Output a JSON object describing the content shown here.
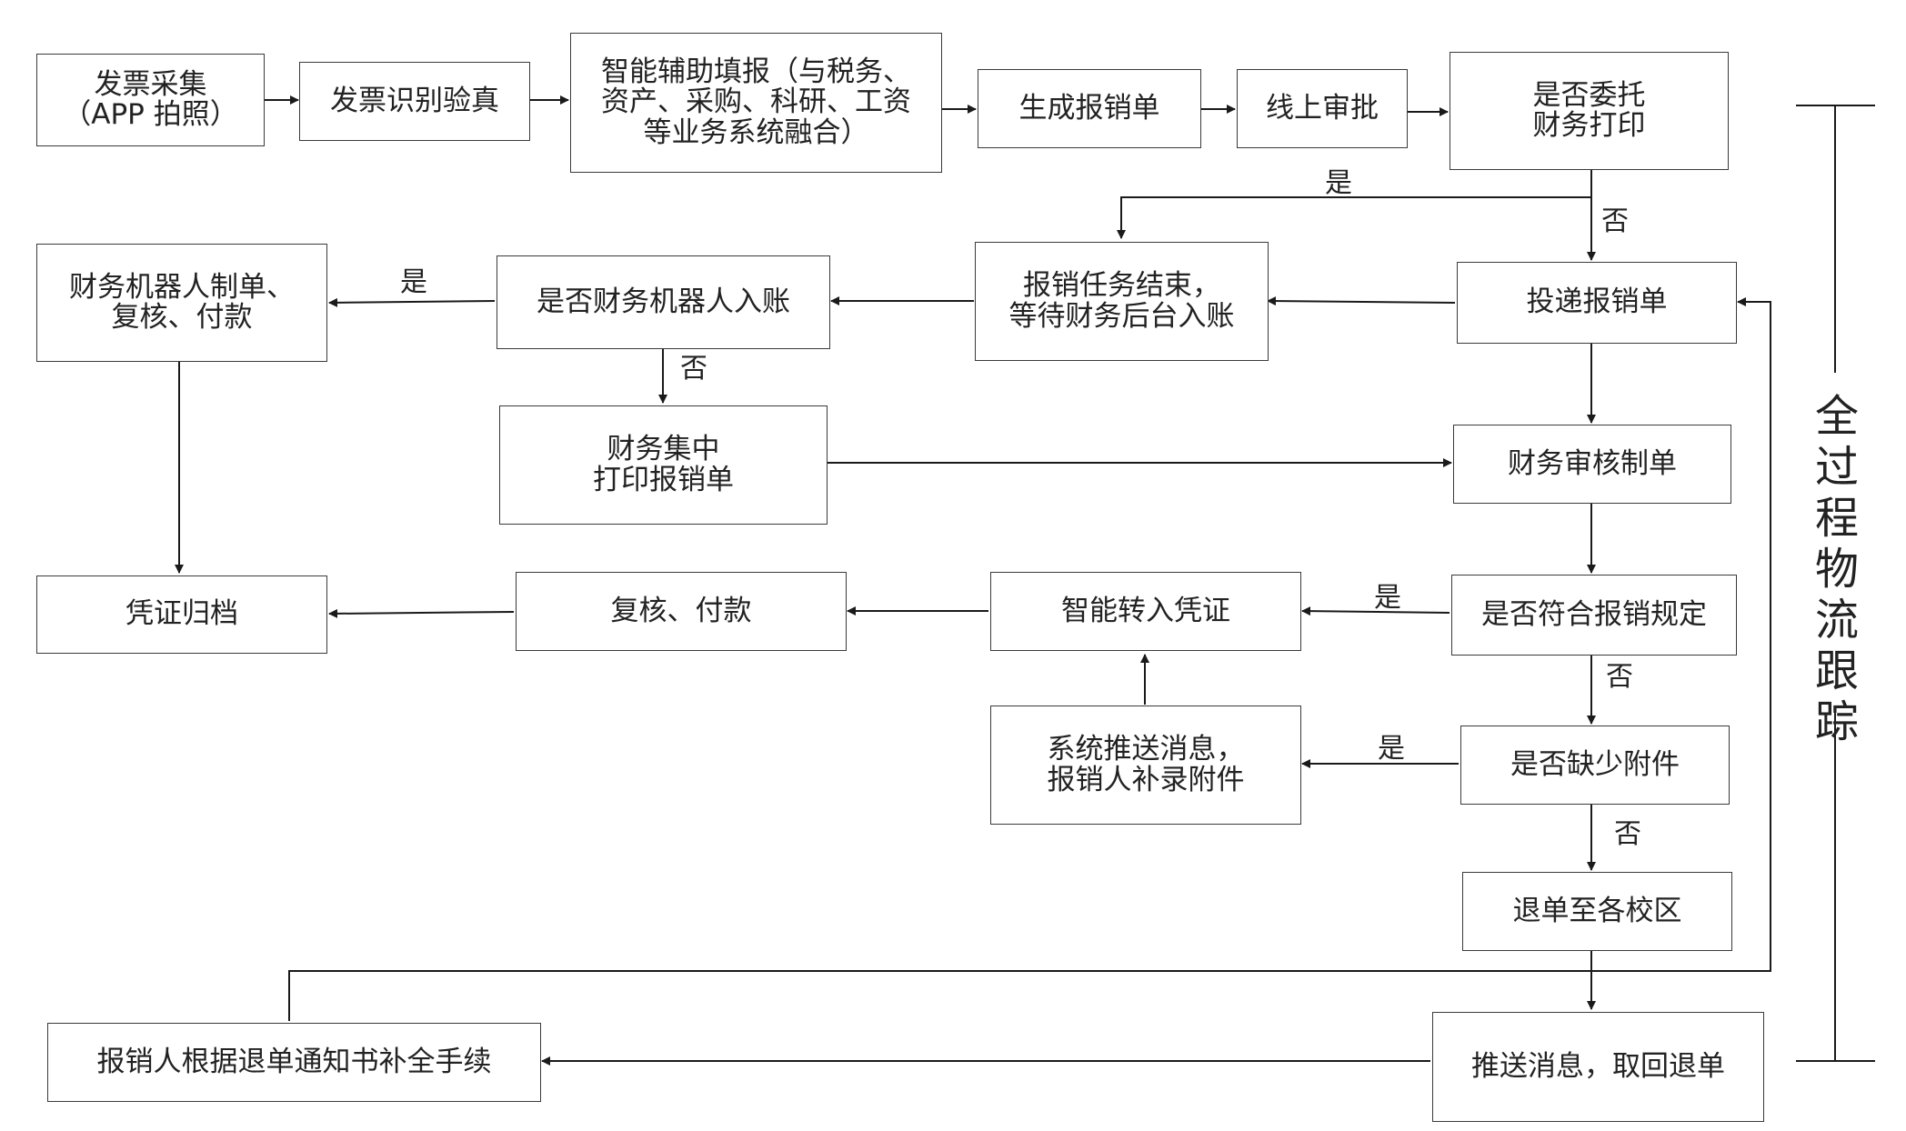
{
  "nodes": {
    "n1": "发票采集\n（APP 拍照）",
    "n2": "发票识别验真",
    "n3": "智能辅助填报（与税务、\n资产、采购、科研、工资\n等业务系统融合）",
    "n4": "生成报销单",
    "n5": "线上审批",
    "n6": "是否委托\n财务打印",
    "n7": "财务机器人制单、\n复核、付款",
    "n8": "是否财务机器人入账",
    "n9": "报销任务结束，\n等待财务后台入账",
    "n10": "投递报销单",
    "n11": "财务集中\n打印报销单",
    "n12": "财务审核制单",
    "n13": "凭证归档",
    "n14": "复核、付款",
    "n15": "智能转入凭证",
    "n16": "是否符合报销规定",
    "n17": "系统推送消息，\n报销人补录附件",
    "n18": "是否缺少附件",
    "n19": "退单至各校区",
    "n20": "报销人根据退单通知书补全手续",
    "n21": "推送消息，取回退单"
  },
  "labels": {
    "yes_6": "是",
    "no_6": "否",
    "yes_8": "是",
    "no_8": "否",
    "yes_16": "是",
    "no_16": "否",
    "yes_18": "是",
    "no_18": "否"
  },
  "side_label": "全过程物流跟踪",
  "colors": {
    "line": "#1a1a1a",
    "border": "#3a3a3a",
    "text": "#222222"
  }
}
